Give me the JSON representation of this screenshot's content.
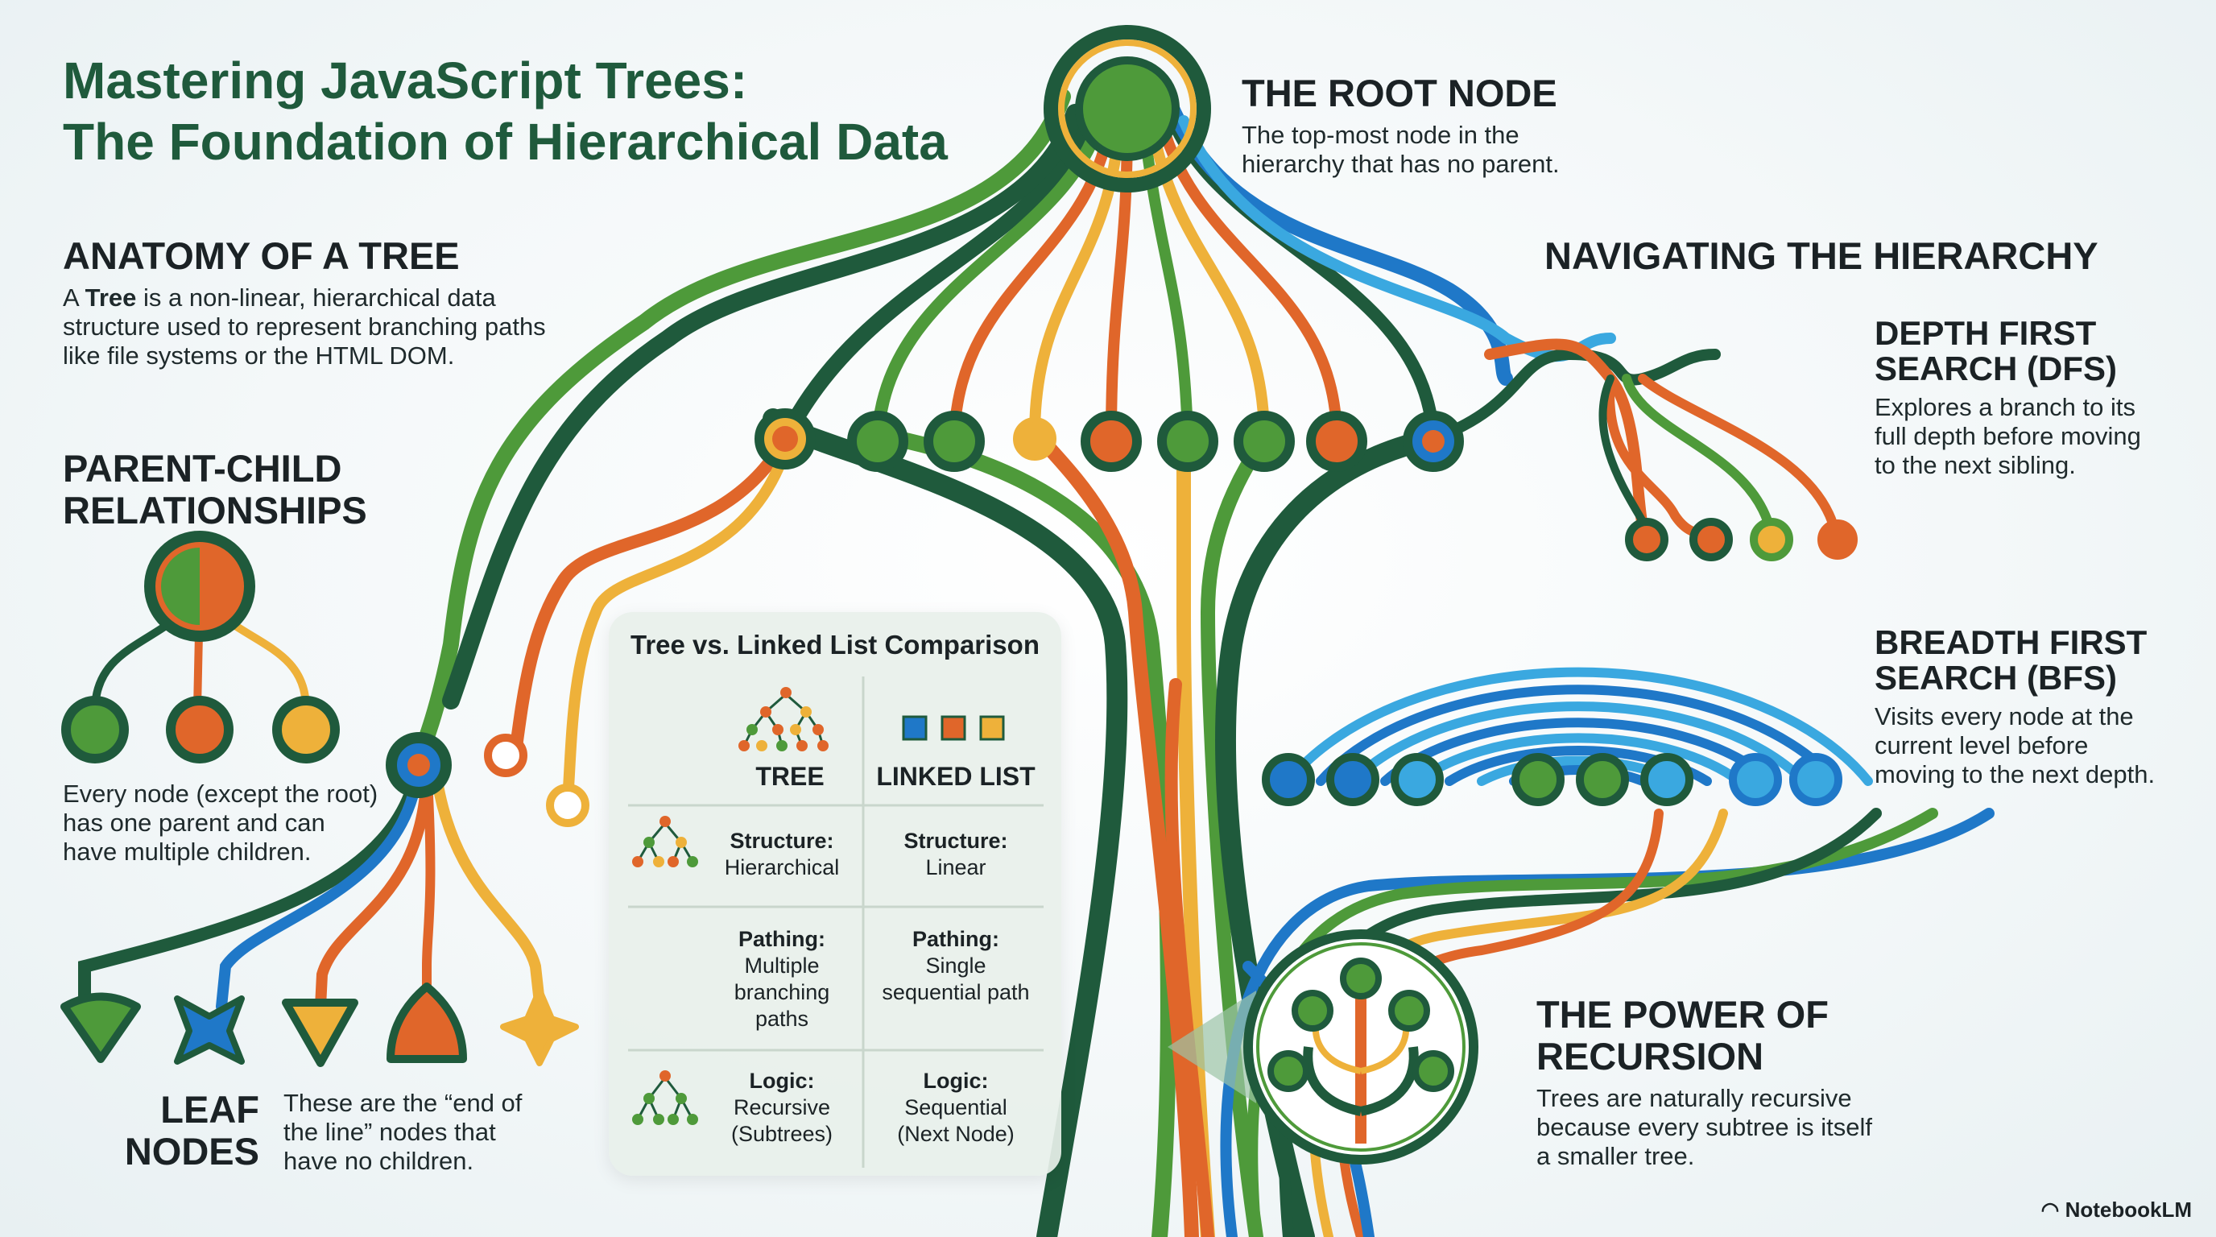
{
  "title_line1": "Mastering JavaScript Trees:",
  "title_line2": "The Foundation of Hierarchical Data",
  "root": {
    "heading": "THE ROOT NODE",
    "line1": "The top-most node in the",
    "line2": "hierarchy that has no parent."
  },
  "anatomy": {
    "heading": "ANATOMY OF A TREE",
    "line1_pre": "A ",
    "line1_bold": "Tree",
    "line1_post": " is a non-linear, hierarchical data",
    "line2": "structure used to represent branching paths",
    "line3": "like file systems or the HTML DOM."
  },
  "parent_child": {
    "heading_line1": "PARENT-CHILD",
    "heading_line2": "RELATIONSHIPS",
    "line1": "Every node (except the root)",
    "line2": "has one parent and can",
    "line3": "have multiple children."
  },
  "leaf": {
    "heading_line1": "LEAF",
    "heading_line2": "NODES",
    "line1": "These are the “end of",
    "line2": "the line” nodes that",
    "line3": "have no children."
  },
  "navigating": {
    "heading": "NAVIGATING THE HIERARCHY"
  },
  "dfs": {
    "heading_line1": "DEPTH FIRST",
    "heading_line2": "SEARCH (DFS)",
    "line1": "Explores a branch to its",
    "line2": "full depth before moving",
    "line3": "to the next sibling."
  },
  "bfs": {
    "heading_line1": "BREADTH FIRST",
    "heading_line2": "SEARCH (BFS)",
    "line1": "Visits every node at the",
    "line2": "current level before",
    "line3": "moving to the next depth."
  },
  "recursion": {
    "heading_line1": "THE POWER OF",
    "heading_line2": "RECURSION",
    "line1": "Trees are naturally recursive",
    "line2": "because every subtree is itself",
    "line3": "a smaller tree."
  },
  "comparison": {
    "title": "Tree vs. Linked List Comparison",
    "col_tree": "TREE",
    "col_list": "LINKED LIST",
    "rows": [
      {
        "tree_label": "Structure:",
        "tree_value": "Hierarchical",
        "list_label": "Structure:",
        "list_value": "Linear"
      },
      {
        "tree_label": "Pathing:",
        "tree_value_1": "Multiple",
        "tree_value_2": "branching",
        "tree_value_3": "paths",
        "list_label": "Pathing:",
        "list_value_1": "Single",
        "list_value_2": "sequential path"
      },
      {
        "tree_label": "Logic:",
        "tree_value_1": "Recursive",
        "tree_value_2": "(Subtrees)",
        "list_label": "Logic:",
        "list_value_1": "Sequential",
        "list_value_2": "(Next Node)"
      }
    ]
  },
  "logo": "NotebookLM",
  "colors": {
    "dark_green": "#1f5a3c",
    "green": "#4e9a3a",
    "orange": "#e0662a",
    "yellow": "#eeb13a",
    "blue": "#1f78c8",
    "light_blue": "#3aa8e0",
    "panel": "#e8f0ea"
  }
}
